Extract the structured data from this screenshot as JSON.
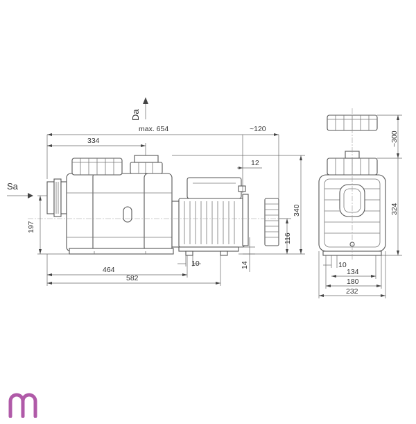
{
  "labels": {
    "suction": "Sa",
    "discharge": "Da"
  },
  "dimensions": {
    "max_length": "max. 654",
    "motor_clearance": "~120",
    "suction_to_outlet": "334",
    "flange_offset": "12",
    "total_height": "340",
    "shaft_height": "116",
    "inlet_height": "197",
    "foot_thickness": "14",
    "foot_width_side": "10",
    "foot_span": "464",
    "base_length": "582",
    "lid_clearance": "~300",
    "body_height": "324",
    "foot_width_front": "10",
    "hole_spacing": "134",
    "foot_spacing": "180",
    "total_width": "232"
  },
  "colors": {
    "line": "#555555",
    "logo": "#b05aa8"
  },
  "logo": {
    "icon": "m-logo-icon"
  }
}
